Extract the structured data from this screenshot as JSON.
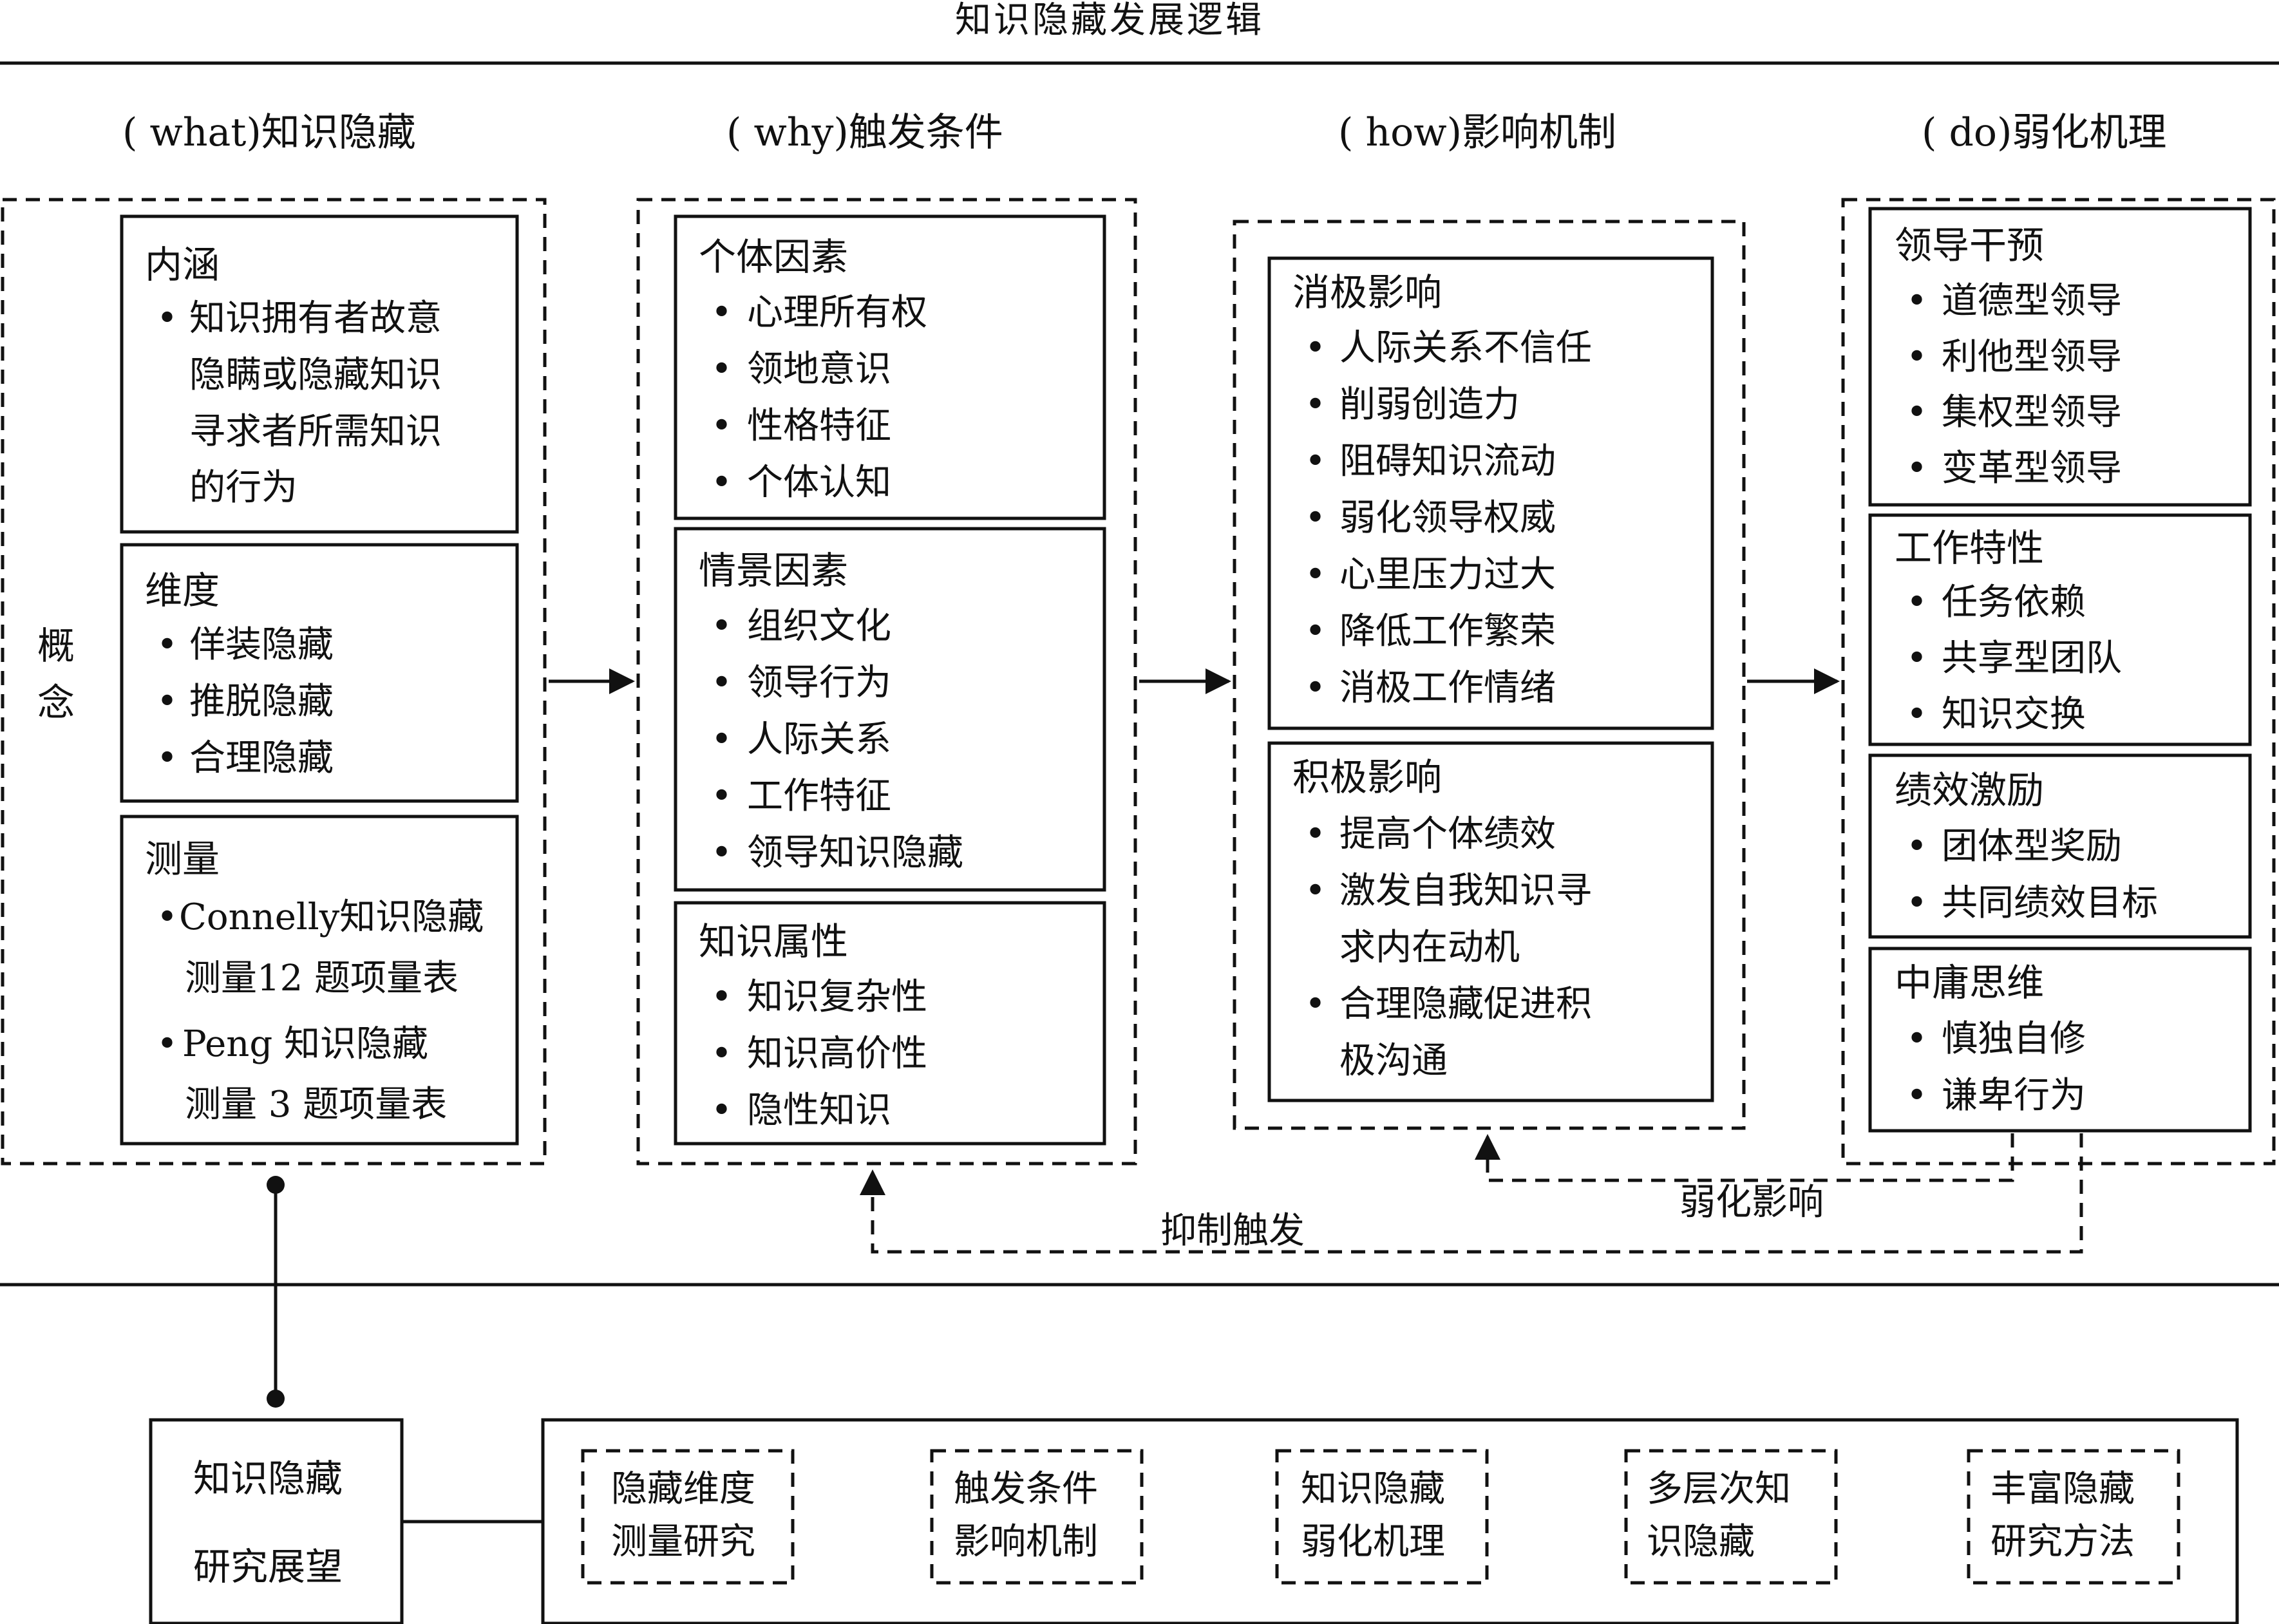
{
  "title": "知识隐藏发展逻辑",
  "columns": [
    {
      "heading": "( what)知识隐藏",
      "side_label": [
        "概",
        "念"
      ],
      "boxes": [
        {
          "title": "内涵",
          "items": [
            {
              "bullet": true,
              "lines": [
                "知识拥有者故意",
                "隐瞒或隐藏知识",
                "寻求者所需知识",
                "的行为"
              ]
            }
          ]
        },
        {
          "title": "维度",
          "items": [
            {
              "bullet": true,
              "lines": [
                "佯装隐藏"
              ]
            },
            {
              "bullet": true,
              "lines": [
                "推脱隐藏"
              ]
            },
            {
              "bullet": true,
              "lines": [
                "合理隐藏"
              ]
            }
          ]
        },
        {
          "title": "测量",
          "items": [
            {
              "bullet": true,
              "lines": [
                "Connelly知识隐藏",
                "测量12 题项量表"
              ]
            },
            {
              "bullet": true,
              "lines": [
                "Peng 知识隐藏",
                "测量 3 题项量表"
              ]
            }
          ]
        }
      ]
    },
    {
      "heading": "( why)触发条件",
      "boxes": [
        {
          "title": "个体因素",
          "items": [
            {
              "bullet": true,
              "lines": [
                "心理所有权"
              ]
            },
            {
              "bullet": true,
              "lines": [
                "领地意识"
              ]
            },
            {
              "bullet": true,
              "lines": [
                "性格特征"
              ]
            },
            {
              "bullet": true,
              "lines": [
                "个体认知"
              ]
            }
          ]
        },
        {
          "title": "情景因素",
          "items": [
            {
              "bullet": true,
              "lines": [
                "组织文化"
              ]
            },
            {
              "bullet": true,
              "lines": [
                "领导行为"
              ]
            },
            {
              "bullet": true,
              "lines": [
                "人际关系"
              ]
            },
            {
              "bullet": true,
              "lines": [
                "工作特征"
              ]
            },
            {
              "bullet": true,
              "lines": [
                "领导知识隐藏"
              ]
            }
          ]
        },
        {
          "title": "知识属性",
          "items": [
            {
              "bullet": true,
              "lines": [
                "知识复杂性"
              ]
            },
            {
              "bullet": true,
              "lines": [
                "知识高价性"
              ]
            },
            {
              "bullet": true,
              "lines": [
                "隐性知识"
              ]
            }
          ]
        }
      ]
    },
    {
      "heading": "( how)影响机制",
      "boxes": [
        {
          "title": "消极影响",
          "items": [
            {
              "bullet": true,
              "lines": [
                "人际关系不信任"
              ]
            },
            {
              "bullet": true,
              "lines": [
                "削弱创造力"
              ]
            },
            {
              "bullet": true,
              "lines": [
                "阻碍知识流动"
              ]
            },
            {
              "bullet": true,
              "lines": [
                "弱化领导权威"
              ]
            },
            {
              "bullet": true,
              "lines": [
                "心里压力过大"
              ]
            },
            {
              "bullet": true,
              "lines": [
                "降低工作繁荣"
              ]
            },
            {
              "bullet": true,
              "lines": [
                "消极工作情绪"
              ]
            }
          ]
        },
        {
          "title": "积极影响",
          "items": [
            {
              "bullet": true,
              "lines": [
                "提高个体绩效"
              ]
            },
            {
              "bullet": true,
              "lines": [
                "激发自我知识寻",
                "求内在动机"
              ]
            },
            {
              "bullet": true,
              "lines": [
                "合理隐藏促进积",
                "极沟通"
              ]
            }
          ]
        }
      ]
    },
    {
      "heading": "( do)弱化机理",
      "boxes": [
        {
          "title": "领导干预",
          "items": [
            {
              "bullet": true,
              "lines": [
                "道德型领导"
              ]
            },
            {
              "bullet": true,
              "lines": [
                "利他型领导"
              ]
            },
            {
              "bullet": true,
              "lines": [
                "集权型领导"
              ]
            },
            {
              "bullet": true,
              "lines": [
                "变革型领导"
              ]
            }
          ]
        },
        {
          "title": "工作特性",
          "items": [
            {
              "bullet": true,
              "lines": [
                "任务依赖"
              ]
            },
            {
              "bullet": true,
              "lines": [
                "共享型团队"
              ]
            },
            {
              "bullet": true,
              "lines": [
                "知识交换"
              ]
            }
          ]
        },
        {
          "title": "绩效激励",
          "items": [
            {
              "bullet": true,
              "lines": [
                "团体型奖励"
              ]
            },
            {
              "bullet": true,
              "lines": [
                "共同绩效目标"
              ]
            }
          ]
        },
        {
          "title": "中庸思维",
          "items": [
            {
              "bullet": true,
              "lines": [
                "慎独自修"
              ]
            },
            {
              "bullet": true,
              "lines": [
                "谦卑行为"
              ]
            }
          ]
        }
      ]
    }
  ],
  "feedback_labels": {
    "weaken": "弱化影响",
    "inhibit": "抑制触发"
  },
  "prospect": {
    "title_lines": [
      "知识隐藏",
      "研究展望"
    ],
    "items": [
      [
        "隐藏维度",
        "测量研究"
      ],
      [
        "触发条件",
        "影响机制"
      ],
      [
        "知识隐藏",
        "弱化机理"
      ],
      [
        "多层次知",
        "识隐藏"
      ],
      [
        "丰富隐藏",
        "研究方法"
      ]
    ]
  }
}
